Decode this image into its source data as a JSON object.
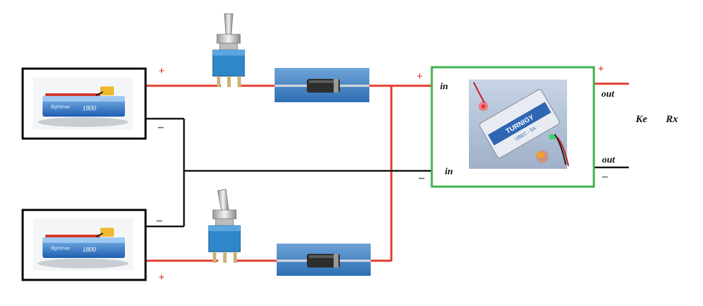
{
  "colors": {
    "positive_wire": "#e23b2e",
    "negative_wire": "#111111",
    "ubec_box": "#3bb14a",
    "battery_body": "#2a6fc9",
    "switch_body": "#2f86c8",
    "diode_body": "#333333",
    "label_red": "#e02020"
  },
  "icons": {
    "battery": "lipo-battery-icon",
    "switch": "toggle-switch-icon",
    "diode": "diode-icon",
    "ubec": "ubec-module-icon"
  },
  "battery_top": {
    "positive": "+",
    "negative": "–",
    "print_text": "1800",
    "brand": "flightmax"
  },
  "battery_bottom": {
    "positive": "+",
    "negative": "–",
    "print_text": "1800",
    "brand": "flightmax"
  },
  "ubec": {
    "plus_in": "+",
    "minus_in": "–",
    "in_top": "in",
    "in_bottom": "in",
    "plus_out": "+",
    "minus_out": "–",
    "out_top": "out",
    "out_bottom": "out",
    "module_text": "TURNIGY",
    "module_subtext": "UBEC - 5A"
  },
  "output_labels": {
    "ke": "Ke",
    "rx": "Rx"
  }
}
